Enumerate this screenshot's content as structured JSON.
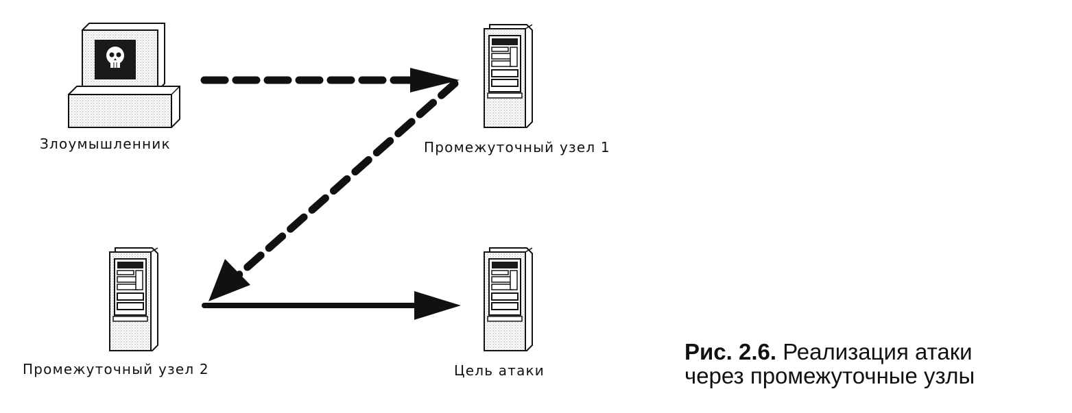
{
  "nodes": {
    "attacker": {
      "label": "Злоумышленник",
      "icon": "attacker-computer-skull-icon"
    },
    "relay1": {
      "label": "Промежуточный узел  1",
      "icon": "server-tower-icon"
    },
    "relay2": {
      "label": "Промежуточный узел  2",
      "icon": "server-tower-icon"
    },
    "target": {
      "label": "Цель атаки",
      "icon": "server-tower-icon"
    }
  },
  "edges": [
    {
      "from": "attacker",
      "to": "relay1",
      "style": "dashed"
    },
    {
      "from": "relay1",
      "to": "relay2",
      "style": "dashed"
    },
    {
      "from": "relay2",
      "to": "target",
      "style": "solid"
    }
  ],
  "caption": {
    "number": "Рис. 2.6.",
    "line1": "Реализация атаки",
    "line2": "через промежуточные узлы"
  },
  "colors": {
    "ink": "#111111",
    "device_fill": "#e6e6e6",
    "screen": "#1a1a1a"
  }
}
